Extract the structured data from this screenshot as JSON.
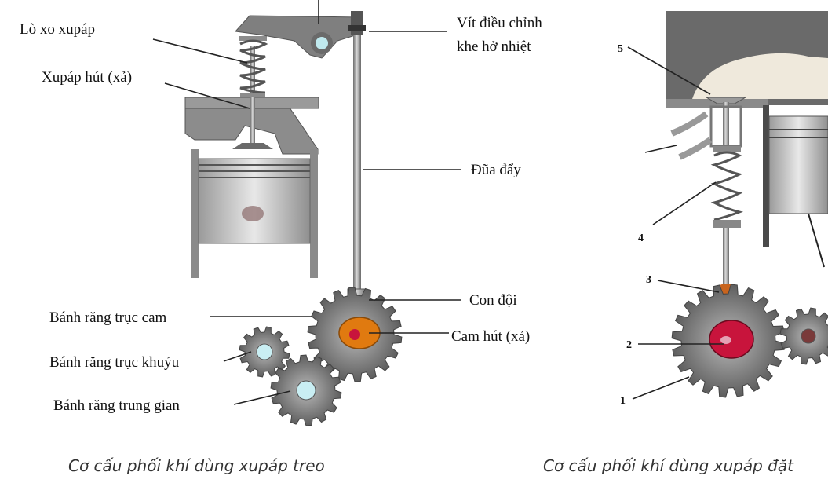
{
  "left_diagram": {
    "caption": "Cơ cấu phối khí dùng xupáp treo",
    "labels": {
      "valve_spring": "Lò xo xupáp",
      "intake_valve": "Xupáp hút (xả)",
      "adjust_screw_line1": "Vít điều chỉnh",
      "adjust_screw_line2": "khe hở nhiệt",
      "push_rod": "Đũa đẩy",
      "tappet": "Con đội",
      "cam": "Cam hút (xả)",
      "camshaft_gear": "Bánh răng trục cam",
      "crankshaft_gear": "Bánh răng trục khuỷu",
      "idler_gear": "Bánh răng trung gian"
    }
  },
  "right_diagram": {
    "caption": "Cơ cấu phối khí dùng xupáp đặt",
    "numbers": [
      "1",
      "2",
      "3",
      "4",
      "5"
    ]
  },
  "colors": {
    "metal": "#8a8a8a",
    "metal_dark": "#5a5a5a",
    "gear": "#7d7d7d",
    "cam_orange": "#e07a10",
    "cam_red": "#c8143c",
    "tappet_orange": "#c8641e"
  }
}
